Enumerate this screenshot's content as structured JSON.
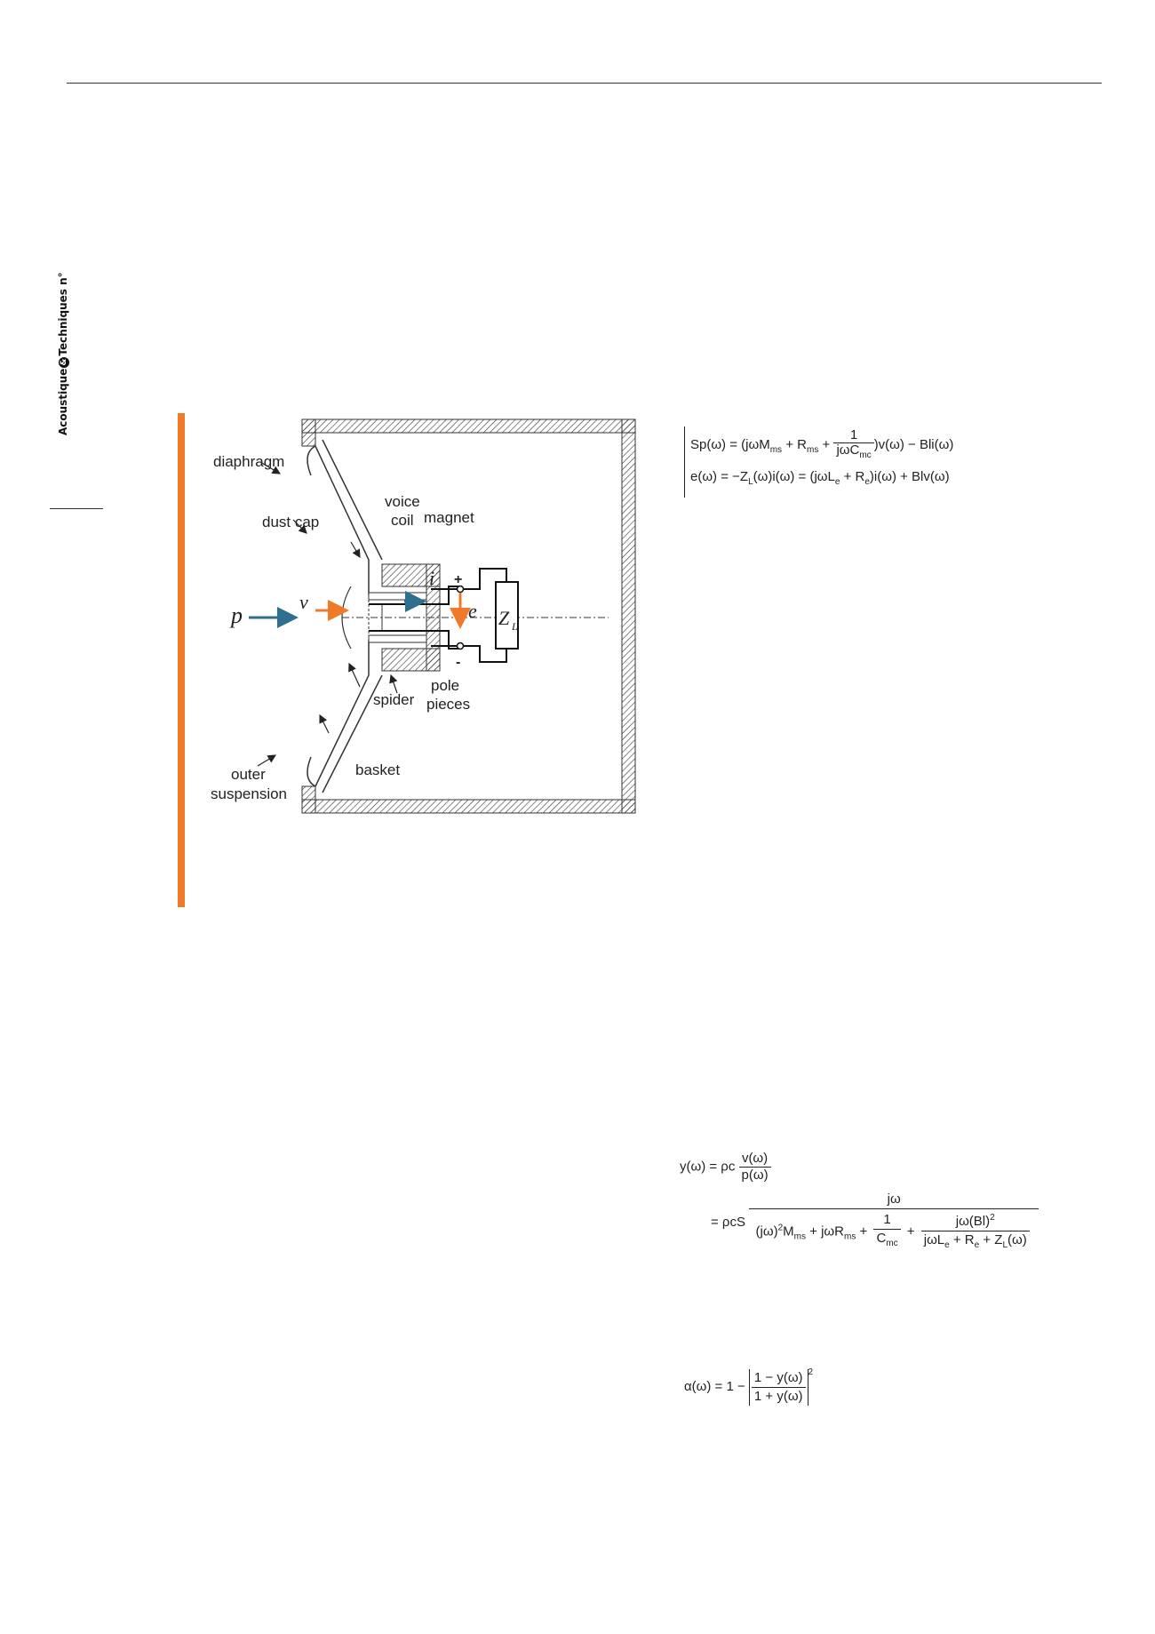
{
  "journal": {
    "name_part1": "Acoustique",
    "name_part2": "Techniques n°",
    "ampersand": "&"
  },
  "figure": {
    "labels": {
      "diaphragm": "diaphragm",
      "dust_cap": "dust cap",
      "voice": "voice",
      "coil": "coil",
      "magnet": "magnet",
      "spider": "spider",
      "pole": "pole",
      "pieces": "pieces",
      "outer": "outer",
      "suspension": "suspension",
      "basket": "basket",
      "p": "p",
      "v": "v",
      "i": "i",
      "e": "e",
      "plus": "+",
      "minus": "-",
      "ZL": "Z",
      "ZL_sub": "L"
    },
    "colors": {
      "orange": "#f07a2a",
      "teal": "#2e6e8e"
    }
  },
  "equations": {
    "eq1_line1_lhs": "Sp(ω) = ",
    "eq1_line1_mid": "jωM",
    "eq1_line1_ms": "ms",
    "eq1_line1_R": " + R",
    "eq1_line1_Rms": "ms",
    "eq1_line1_plus": " + ",
    "eq1_frac_num": "1",
    "eq1_frac_den": "jωC",
    "eq1_frac_den_sub": "mc",
    "eq1_line1_rhs": "v(ω) − Bli(ω)",
    "eq1_line2": "e(ω) = −Z",
    "eq1_line2_sub": "L",
    "eq1_line2_b": "(ω)i(ω) = (jωL",
    "eq1_line2_sub2": "e",
    "eq1_line2_c": " + R",
    "eq1_line2_sub3": "e",
    "eq1_line2_d": ")i(ω) + Blv(ω)",
    "eq2_lhs": "y(ω) = ρc",
    "eq2_frac_num": "v(ω)",
    "eq2_frac_den": "p(ω)",
    "eq2_line2_lhs": "= ρcS",
    "eq2_big_num": "jω",
    "eq2_den_a": "(jω)",
    "eq2_den_a_sup": "2",
    "eq2_den_b": "M",
    "eq2_den_b_sub": "ms",
    "eq2_den_c": " + jωR",
    "eq2_den_c_sub": "ms",
    "eq2_den_plus": " + ",
    "eq2_inner_num": "1",
    "eq2_inner_den": "C",
    "eq2_inner_den_sub": "mc",
    "eq2_den_plus2": " + ",
    "eq2_inner2_num": "jω(Bl)",
    "eq2_inner2_num_sup": "2",
    "eq2_inner2_den": "jωL",
    "eq2_inner2_den_s1": "e",
    "eq2_inner2_den_b": " + R",
    "eq2_inner2_den_s2": "e",
    "eq2_inner2_den_c": " + Z",
    "eq2_inner2_den_s3": "L",
    "eq2_inner2_den_d": "(ω)",
    "eq3_lhs": "α(ω) = 1 − ",
    "eq3_num": "1 − y(ω)",
    "eq3_den": "1 + y(ω)",
    "eq3_sup": "2"
  }
}
